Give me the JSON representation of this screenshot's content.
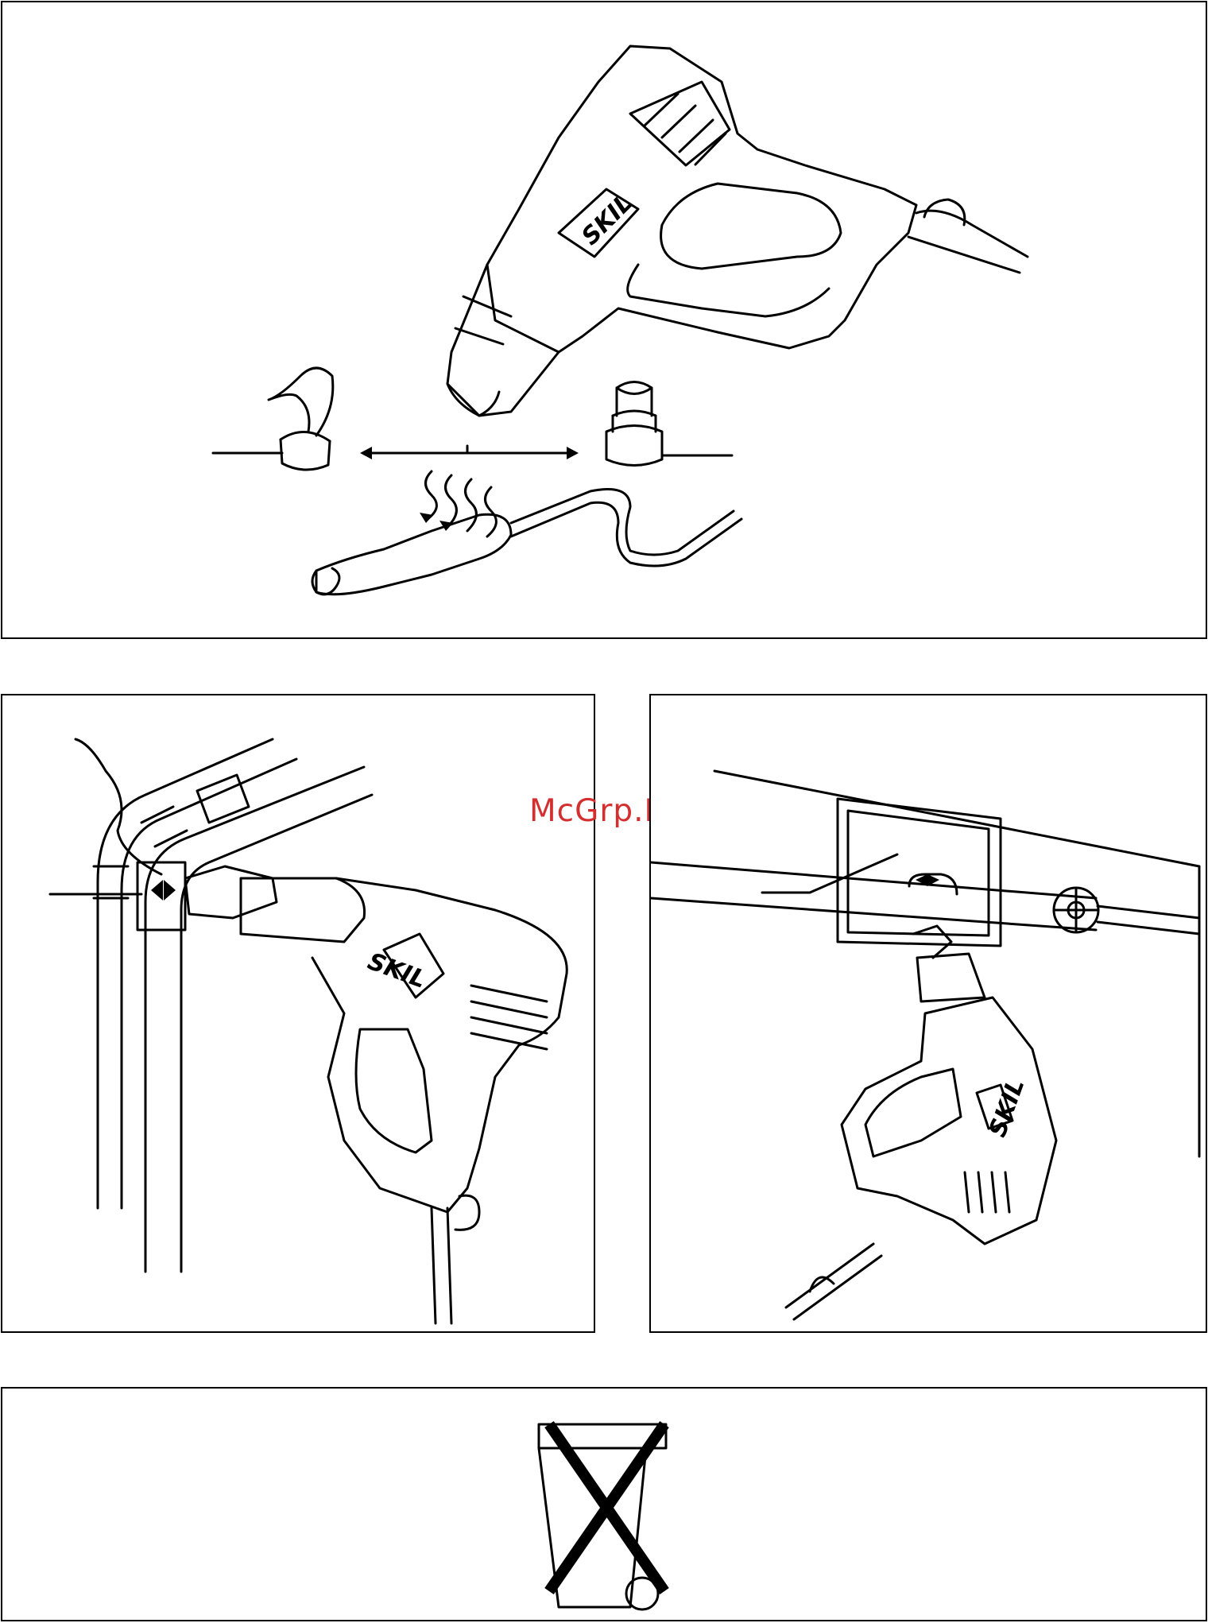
{
  "watermark": "McGrp.Ru",
  "brand_label": "SKIL",
  "colors": {
    "line": "#000000",
    "watermark": "#d32f2f",
    "background": "#ffffff"
  },
  "figures": [
    {
      "id": "accessory-nozzles",
      "icon": "heat-gun-with-reflector-and-reducer-nozzles-icon"
    },
    {
      "id": "pipe-soldering",
      "icon": "heat-gun-soldering-pipe-icon"
    },
    {
      "id": "thawing-pipe",
      "icon": "heat-gun-thawing-pipe-icon"
    },
    {
      "id": "disposal",
      "icon": "crossed-out-wheelie-bin-icon"
    }
  ]
}
